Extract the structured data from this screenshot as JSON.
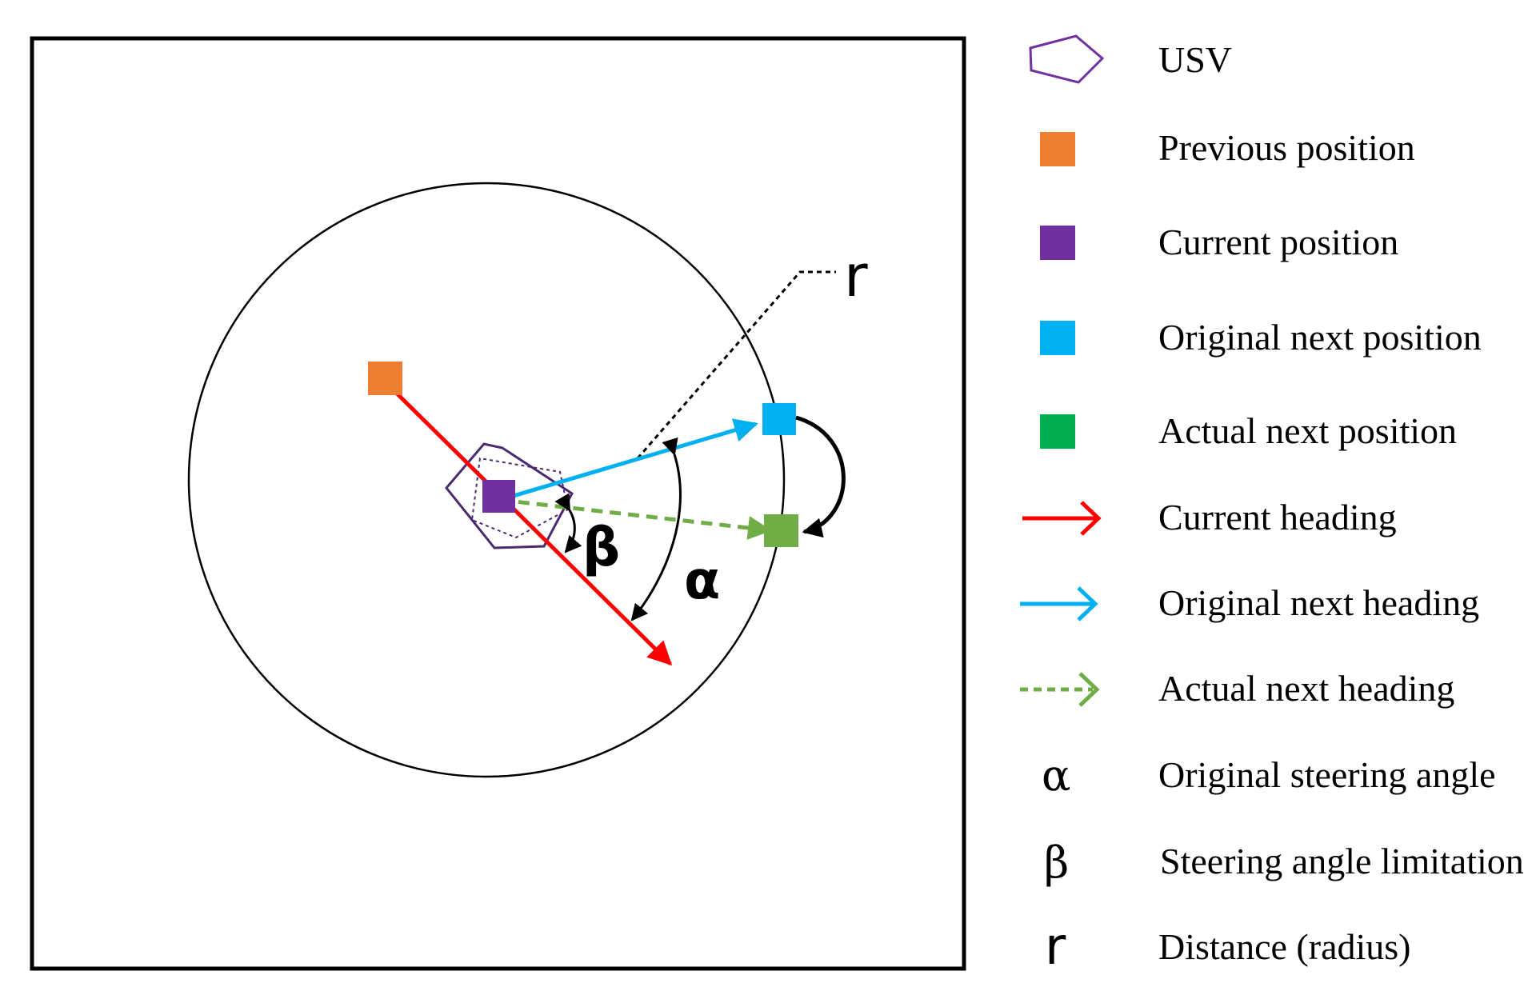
{
  "diagram": {
    "labels": {
      "radius_symbol": "r",
      "alpha_symbol": "α",
      "beta_symbol": "β"
    }
  },
  "legend": {
    "items": [
      {
        "key": "usv",
        "label": "USV",
        "icon": "pentagon-outline",
        "color": "#7030A0"
      },
      {
        "key": "previous",
        "label": "Previous position",
        "icon": "square",
        "color": "#ED7D31"
      },
      {
        "key": "current",
        "label": "Current position",
        "icon": "square",
        "color": "#7030A0"
      },
      {
        "key": "original_next",
        "label": "Original next position",
        "icon": "square",
        "color": "#00B0F0"
      },
      {
        "key": "actual_next",
        "label": "Actual next position",
        "icon": "square",
        "color": "#00B050"
      },
      {
        "key": "current_heading",
        "label": "Current heading",
        "icon": "arrow-solid",
        "color": "#FF0000"
      },
      {
        "key": "original_heading",
        "label": "Original next heading",
        "icon": "arrow-solid",
        "color": "#00B0F0"
      },
      {
        "key": "actual_heading",
        "label": "Actual next heading",
        "icon": "arrow-dashed",
        "color": "#70AD47"
      },
      {
        "key": "alpha",
        "label": "Original steering angle",
        "symbol": "α"
      },
      {
        "key": "beta",
        "label": "Steering angle limitation",
        "symbol": "β"
      },
      {
        "key": "radius",
        "label": "Distance (radius)",
        "symbol": "r"
      }
    ]
  },
  "colors": {
    "previous": "#ED7D31",
    "current": "#7030A0",
    "original_next": "#00B0F0",
    "actual_next": "#70AD47",
    "current_heading": "#FF0000",
    "outline": "#000000"
  }
}
